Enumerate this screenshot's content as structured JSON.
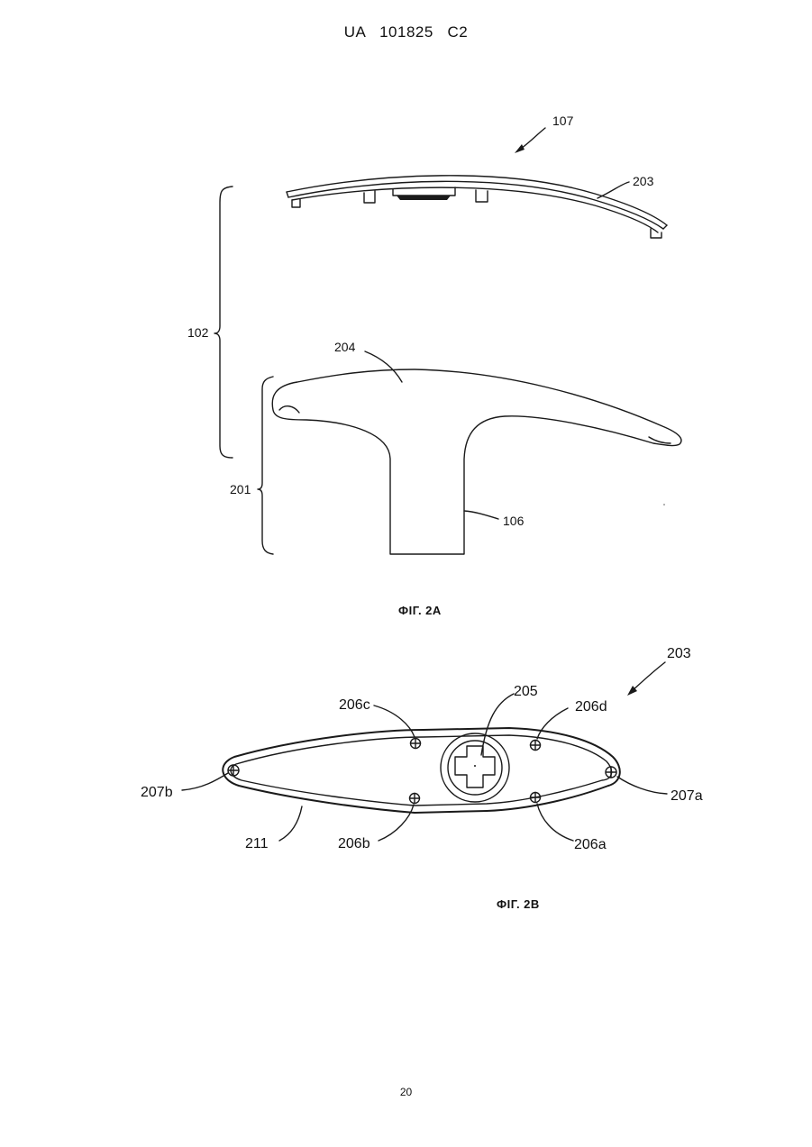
{
  "header": {
    "text": "UA   101825   C2"
  },
  "figure_2a": {
    "caption": "ФІГ. 2А",
    "labels": {
      "l107": "107",
      "l203": "203",
      "l102": "102",
      "l204": "204",
      "l201": "201",
      "l106": "106"
    }
  },
  "figure_2b": {
    "caption": "ФІГ. 2В",
    "labels": {
      "l203": "203",
      "l205": "205",
      "l206c": "206c",
      "l206d": "206d",
      "l207b": "207b",
      "l207a": "207a",
      "l211": "211",
      "l206b": "206b",
      "l206a": "206a"
    }
  },
  "page_number": "20"
}
